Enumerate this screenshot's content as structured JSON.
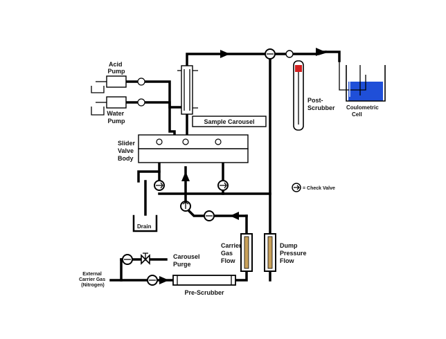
{
  "labels": {
    "acid_pump": [
      "Acid",
      "Pump"
    ],
    "water_pump": [
      "Water",
      "Pump"
    ],
    "sample_carousel": "Sample Carousel",
    "slider_valve_body": [
      "Slider",
      "Valve",
      "Body"
    ],
    "post_scrubber": [
      "Post-",
      "Scrubber"
    ],
    "coulometric_cell": [
      "Coulometric",
      "Cell"
    ],
    "check_valve_legend": "= Check Valve",
    "drain": "Drain",
    "carrier_gas_flow": [
      "Carrier",
      "Gas",
      "Flow"
    ],
    "dump_pressure_flow": [
      "Dump",
      "Pressure",
      "Flow"
    ],
    "carousel_purge": [
      "Carousel",
      "Purge"
    ],
    "external_carrier_gas": [
      "External",
      "Carrier Gas",
      "(Nitrogen)"
    ],
    "pre_scrubber": "Pre-Scrubber"
  },
  "colors": {
    "line": "#000000",
    "cell_liquid": "#1f4fd8",
    "post_scrubber_valve": "#d21f1f",
    "flowmeter_tube": "#c9a15a"
  }
}
